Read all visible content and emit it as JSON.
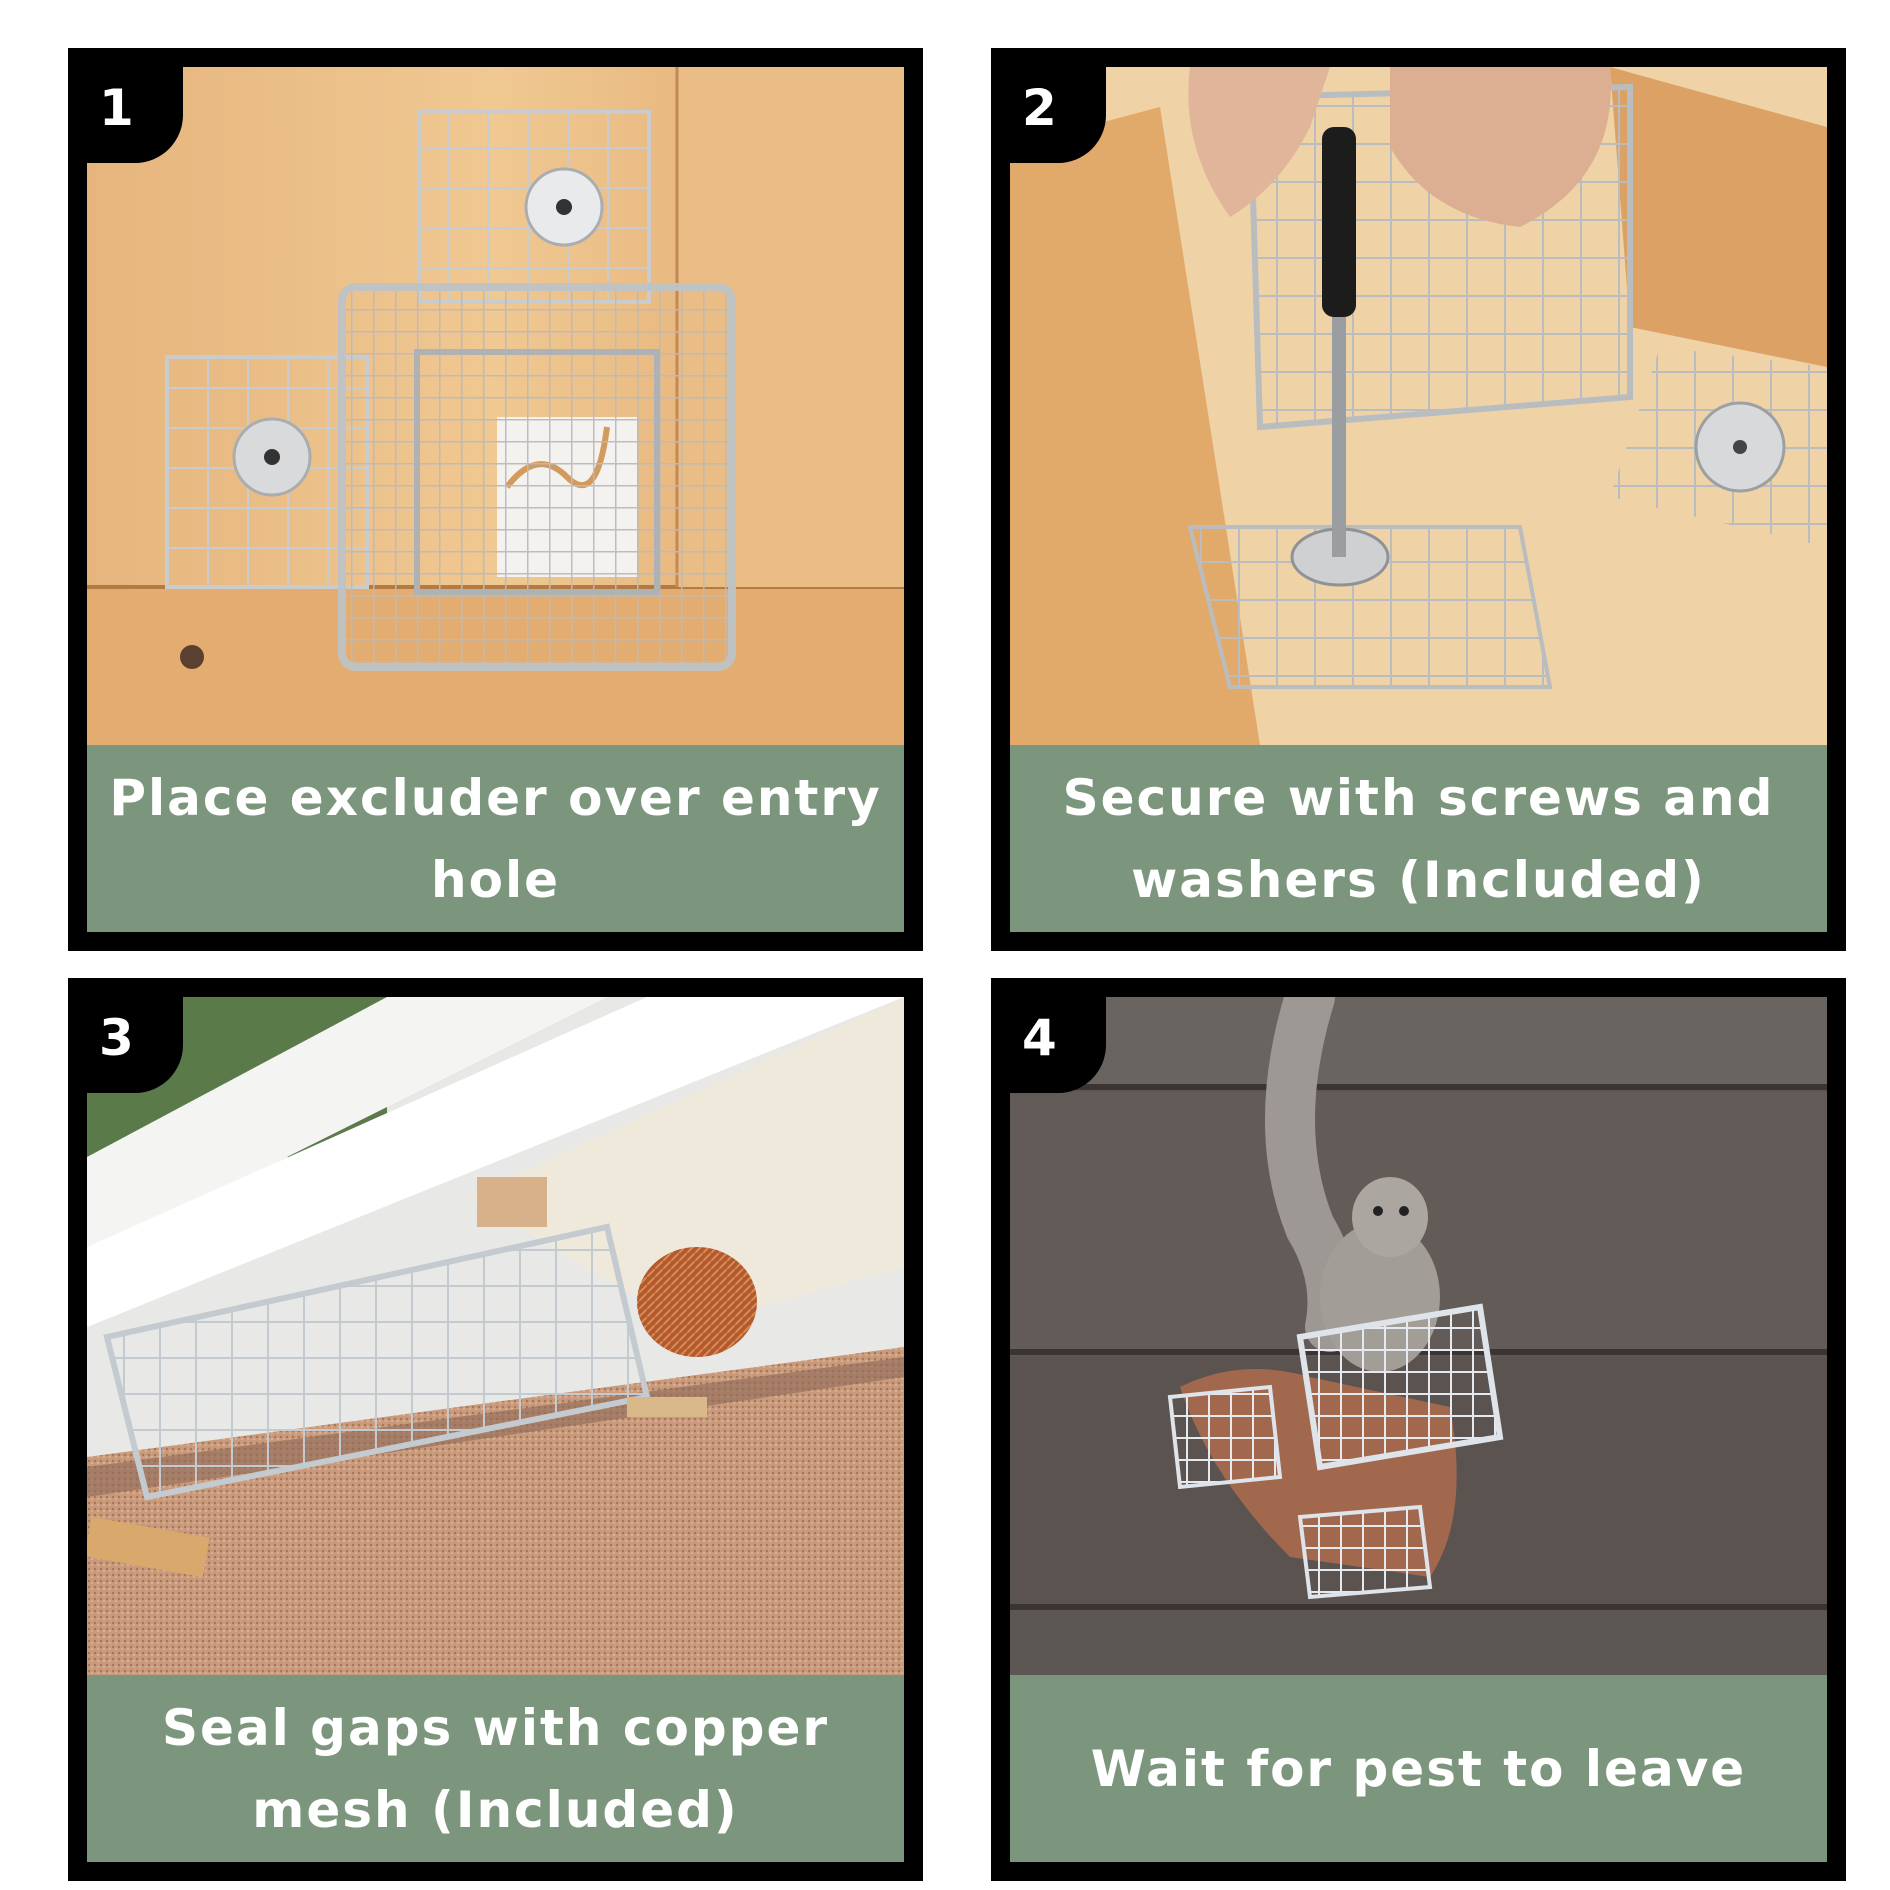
{
  "steps": [
    {
      "number": "1",
      "caption": "Place excluder over entry hole"
    },
    {
      "number": "2",
      "caption": "Secure with screws and washers (Included)"
    },
    {
      "number": "3",
      "caption": "Seal gaps with copper mesh (Included)"
    },
    {
      "number": "4",
      "caption": "Wait for pest to leave"
    }
  ],
  "colors": {
    "caption_bg": "#7b967d",
    "border": "#000000",
    "caption_text": "#ffffff"
  }
}
